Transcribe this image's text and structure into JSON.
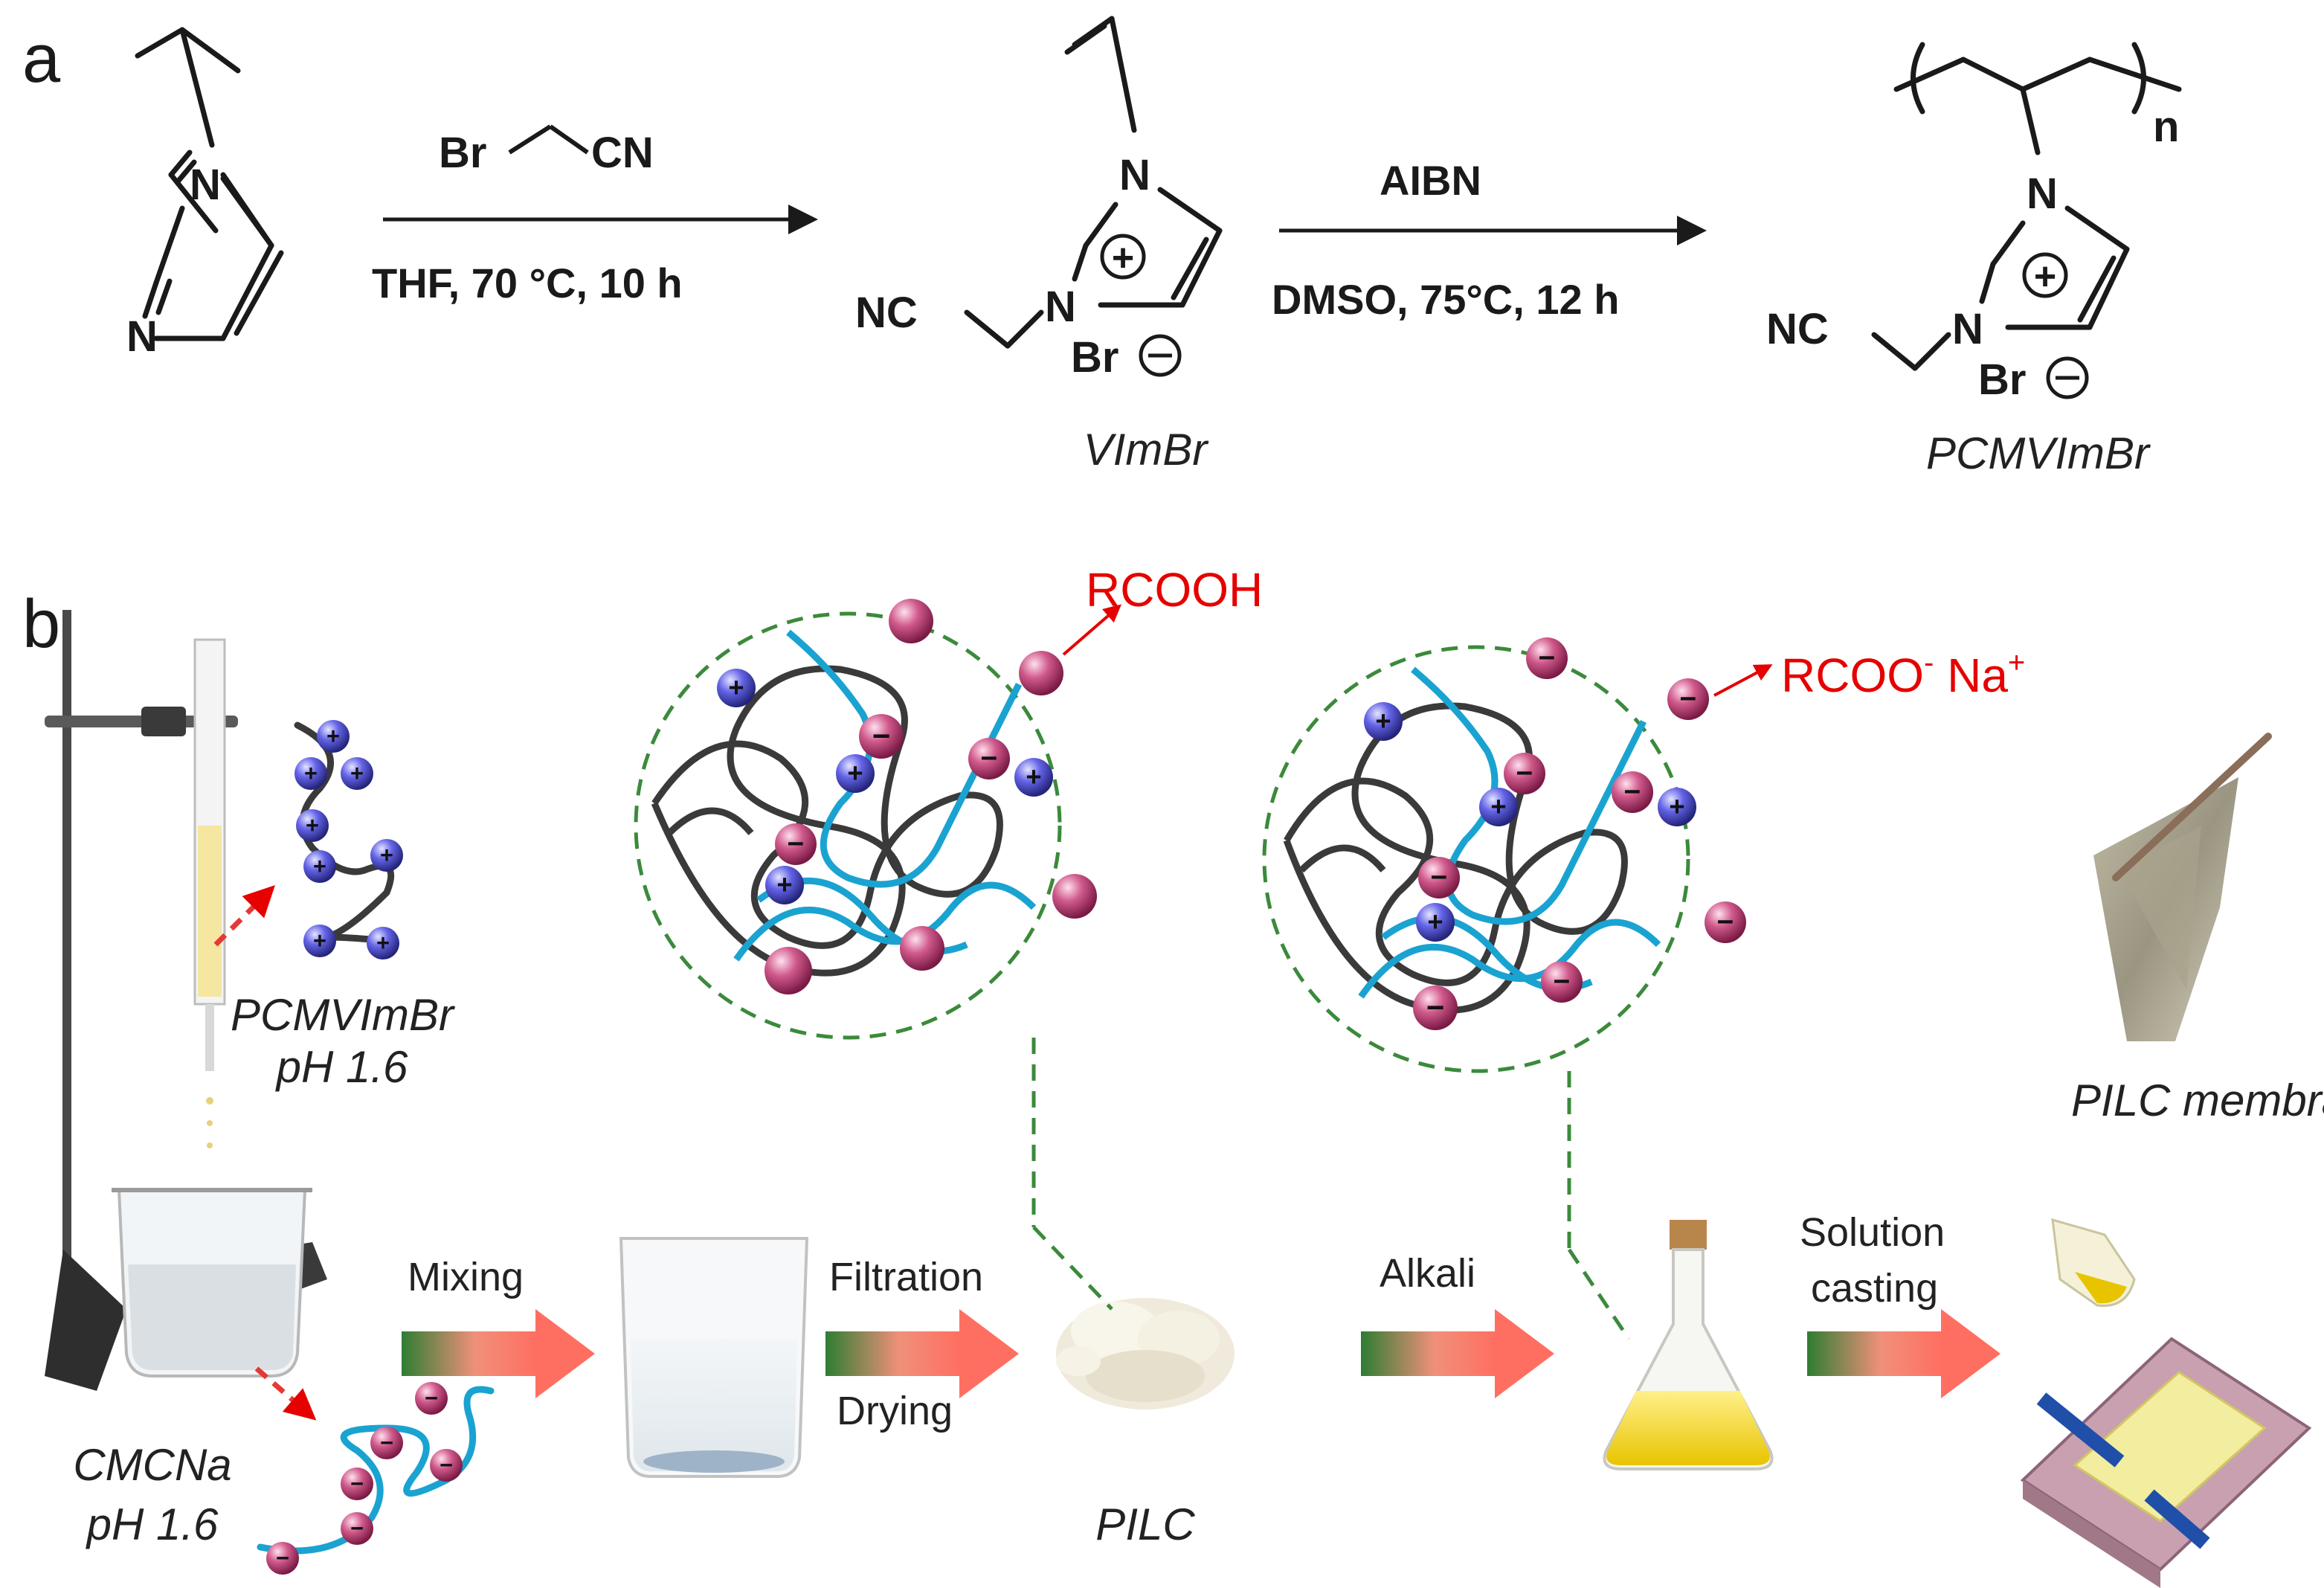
{
  "panel_a": {
    "label": "a",
    "reagent1": {
      "br": "Br",
      "cn": "CN",
      "conditions": "THF, 70 °C, 10 h"
    },
    "reagent2": {
      "top": "AIBN",
      "conditions": "DMSO, 75°C, 12 h"
    },
    "monomer": {
      "n1": "N",
      "n3": "N"
    },
    "product1": {
      "n_top": "N",
      "n_bottom": "N",
      "nc": "NC",
      "br": "Br",
      "name": "VImBr"
    },
    "product2": {
      "n_top": "N",
      "n_bottom": "N",
      "nc": "NC",
      "br": "Br",
      "n_sub": "n",
      "name": "PCMVImBr"
    }
  },
  "panel_b": {
    "label": "b",
    "polycation_label": "PCMVImBr",
    "polycation_ph": "pH 1.6",
    "polyanion_label": "CMCNa",
    "polyanion_ph": "pH 1.6",
    "zoom1_group": "RCOOH",
    "zoom2_group": "RCOO",
    "zoom2_sup1": "-",
    "zoom2_na": " Na",
    "zoom2_sup2": "+",
    "step_mixing": "Mixing",
    "step_filtration": "Filtration",
    "step_drying": "Drying",
    "product_label": "PILC",
    "step_alkali": "Alkali",
    "step_solution": "Solution",
    "step_casting": "casting",
    "membrane_label": "PILC membrane"
  },
  "colors": {
    "cation": "#3b3bd6",
    "anion": "#b0306a",
    "blue_chain": "#1aa3d1",
    "dark_chain": "#3a3a3a",
    "dashed": "#3b8a3b",
    "red_text": "#e60000"
  }
}
